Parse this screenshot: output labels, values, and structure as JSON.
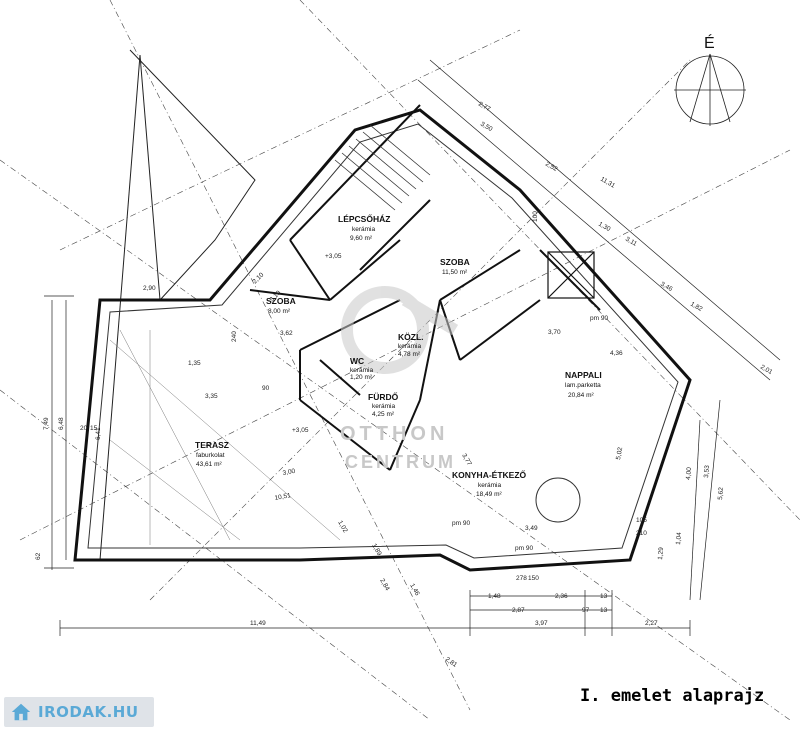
{
  "compass": {
    "label": "É"
  },
  "title": "I. emelet alaprajz",
  "badge": {
    "text": "IRODAK.HU"
  },
  "watermark": {
    "brand_line1": "OTTHON",
    "brand_line2": "CENTRUM"
  },
  "rooms": {
    "lepcsohaz": {
      "name": "LÉPCSŐHÁZ",
      "material": "kerámia",
      "area": "9,60 m²"
    },
    "szoba1": {
      "name": "SZOBA",
      "area": "8,00 m²"
    },
    "szoba2": {
      "name": "SZOBA",
      "area": "11,50 m²"
    },
    "kozl": {
      "name": "KÖZL.",
      "material": "kerámia",
      "area": "4,78 m²"
    },
    "wc": {
      "name": "WC",
      "material": "kerámia",
      "area": "1,20 m²"
    },
    "furdo": {
      "name": "FÜRDŐ",
      "material": "kerámia",
      "area": "4,25 m²"
    },
    "nappali": {
      "name": "NAPPALI",
      "material": "lam.parketta",
      "area": "20,84 m²"
    },
    "terasz": {
      "name": "TERASZ",
      "material": "faburkolat",
      "area": "43,61 m²"
    },
    "konyha": {
      "name": "KONYHA-ÉTKEZŐ",
      "material": "kerámia",
      "area": "18,49 m²"
    }
  },
  "levels": {
    "l1": "+3,05",
    "l2": "+3,05",
    "pm90a": "pm 90",
    "pm90b": "pm 90",
    "pm90c": "pm 90"
  },
  "dims": {
    "d_290": "2,90",
    "d_1149": "11,49",
    "d_397": "3,97",
    "d_227": "2,27",
    "d_287": "2,87",
    "d_97": "97",
    "d_13a": "13",
    "d_148": "1,48",
    "d_236": "2,36",
    "d_13b": "13",
    "d_278": "278",
    "d_150": "150",
    "d_749": "7,49",
    "d_648": "6,48",
    "d_641": "6,41",
    "d_62": "62",
    "d_15": "15",
    "d_2025": "20",
    "d_1131": "11,31",
    "d_252": "2,52",
    "d_311": "3,11",
    "d_346": "3,46",
    "d_201": "2,01",
    "d_182": "1,82",
    "d_400": "4,00",
    "d_353": "3,53",
    "d_562": "5,62",
    "d_104": "1,04",
    "d_129": "1,29",
    "d_1051": "10,51",
    "d_300": "3,00",
    "d_335": "3,35",
    "d_135": "1,35",
    "d_370": "3,70",
    "d_436": "4,36",
    "d_502": "5,02",
    "d_349": "3,49",
    "d_284": "2,84",
    "d_146": "1,46",
    "d_281": "2,81",
    "d_189": "1,89",
    "d_102": "1,02",
    "d_377": "3,77",
    "d_277": "2,77",
    "d_350": "3,50",
    "d_130": "1,30",
    "d_310": "3,10",
    "d_210": "2,10",
    "d_362": "3,62",
    "d_240": "240",
    "d_100": "100",
    "d_105": "105",
    "d_210b": "210",
    "d_90": "90"
  }
}
